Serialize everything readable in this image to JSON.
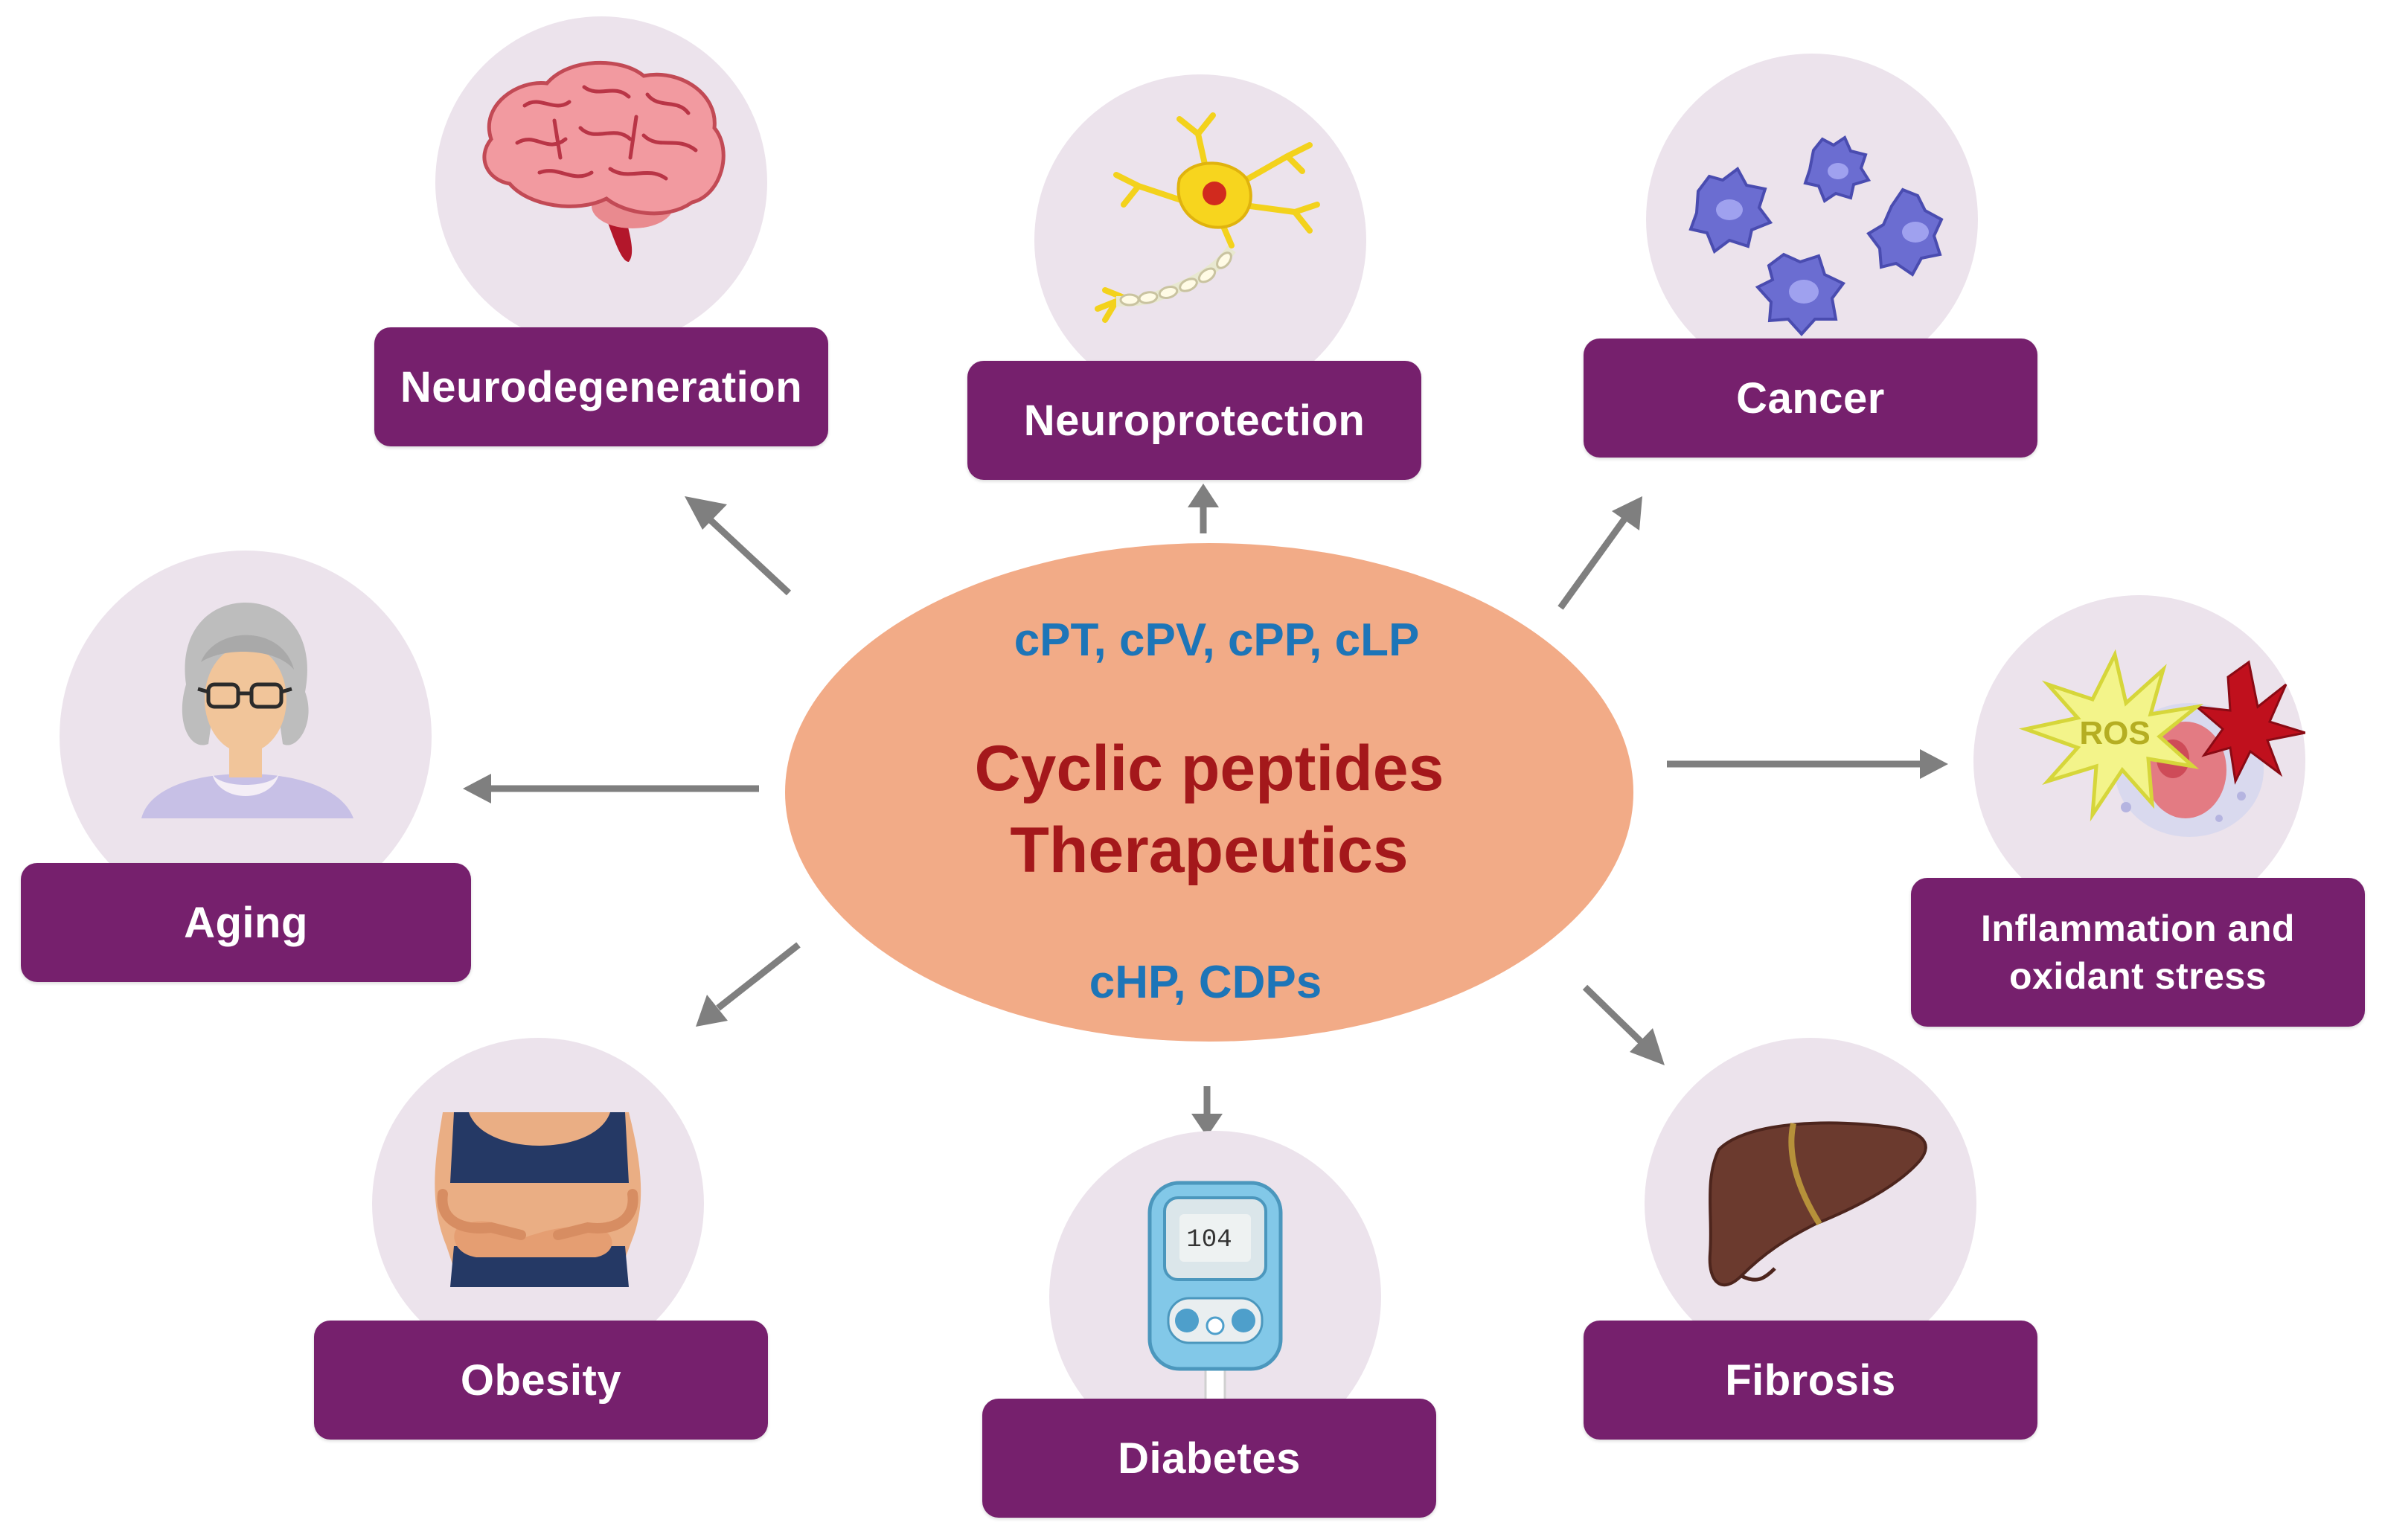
{
  "center": {
    "title_line1": "Cyclic peptides",
    "title_line2": "Therapeutics",
    "peptides_top": "cPT, cPV, cPP, cLP",
    "peptides_bottom": "cHP, CDPs"
  },
  "outcomes": [
    {
      "id": "neurodegeneration",
      "label": "Neurodegeneration",
      "icon": "brain-icon"
    },
    {
      "id": "neuroprotection",
      "label": "Neuroprotection",
      "icon": "neuron-icon"
    },
    {
      "id": "cancer",
      "label": "Cancer",
      "icon": "cancer-cells-icon"
    },
    {
      "id": "aging",
      "label": "Aging",
      "icon": "elderly-woman-icon"
    },
    {
      "id": "inflammation",
      "label_line1": "Inflammation and",
      "label_line2": "oxidant stress",
      "icon": "ros-icon",
      "icon_text": "ROS"
    },
    {
      "id": "obesity",
      "label": "Obesity",
      "icon": "obese-torso-icon"
    },
    {
      "id": "diabetes",
      "label": "Diabetes",
      "icon": "glucometer-icon",
      "icon_text": "104"
    },
    {
      "id": "fibrosis",
      "label": "Fibrosis",
      "icon": "liver-icon"
    }
  ],
  "colors": {
    "label_bg": "#76206d",
    "circle_bg": "#ece3ec",
    "ellipse": "#f2ab87",
    "peptide_text": "#1d75b8",
    "title_text": "#a4181b",
    "arrow": "#7f7f7f"
  }
}
